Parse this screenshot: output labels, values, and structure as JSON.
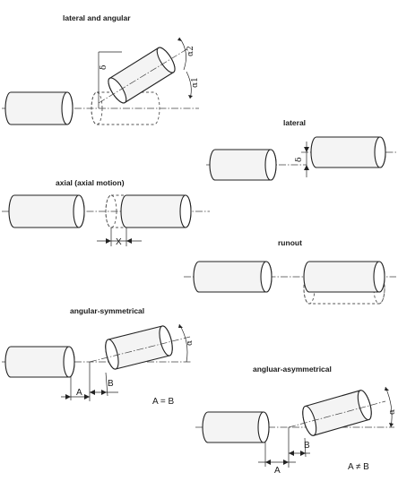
{
  "labels": {
    "lateral_and_angular": "lateral and angular",
    "lateral": "lateral",
    "axial": "axial (axial motion)",
    "runout": "runout",
    "angular_symmetrical": "angular-symmetrical",
    "angular_asymmetrical": "angluar-asymmetrical"
  },
  "symbols": {
    "delta": "δ",
    "alpha1": "α1",
    "alpha2": "α2",
    "alpha": "α",
    "x": "X",
    "A": "A",
    "B": "B",
    "eq": "A = B",
    "neq": "A ≠ B"
  }
}
